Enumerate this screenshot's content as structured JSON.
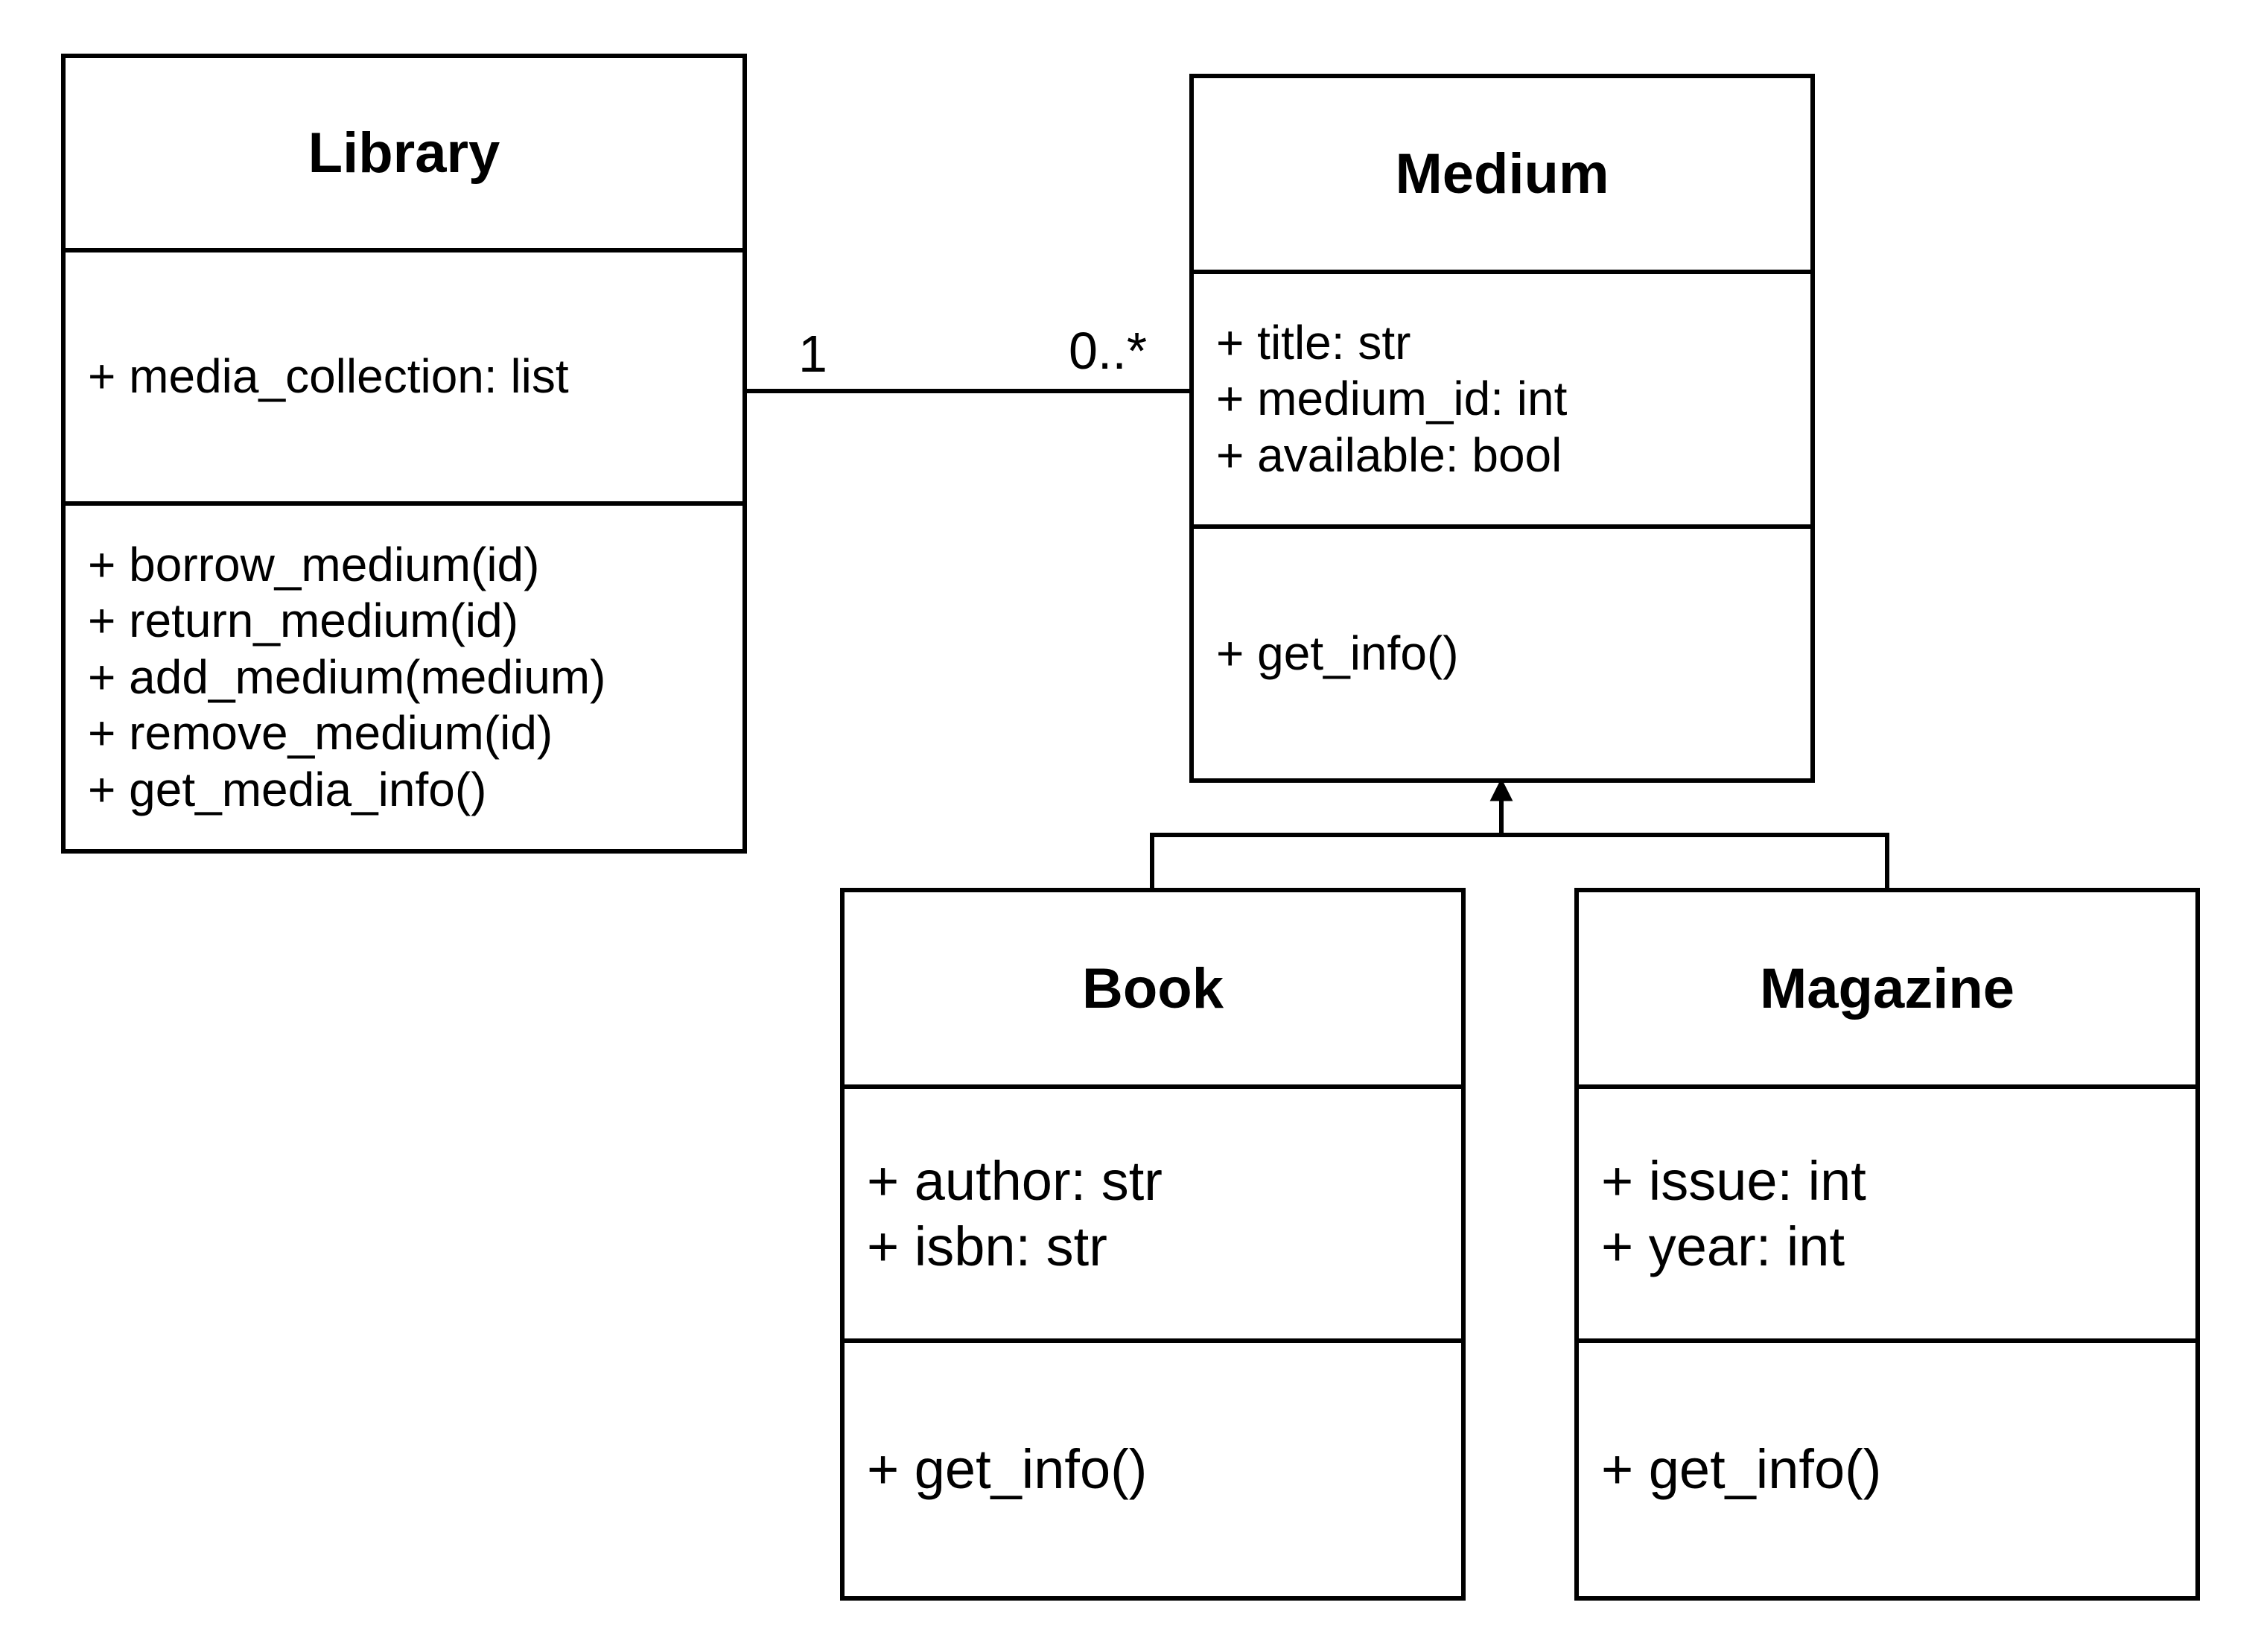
{
  "diagram": {
    "classes": {
      "library": {
        "name": "Library",
        "attributes": [
          "+ media_collection: list"
        ],
        "methods": [
          "+ borrow_medium(id)",
          "+ return_medium(id)",
          "+ add_medium(medium)",
          "+ remove_medium(id)",
          "+ get_media_info()"
        ]
      },
      "medium": {
        "name": "Medium",
        "attributes": [
          "+ title: str",
          "+ medium_id: int",
          "+ available: bool"
        ],
        "methods": [
          "+ get_info()"
        ]
      },
      "book": {
        "name": "Book",
        "attributes": [
          "+ author: str",
          "+ isbn: str"
        ],
        "methods": [
          "+ get_info()"
        ]
      },
      "magazine": {
        "name": "Magazine",
        "attributes": [
          "+ issue: int",
          "+ year: int"
        ],
        "methods": [
          "+ get_info()"
        ]
      }
    },
    "association": {
      "from": "Library",
      "to": "Medium",
      "multiplicity_from": "1",
      "multiplicity_to": "0..*"
    },
    "generalization": {
      "parent": "Medium",
      "children": [
        "Book",
        "Magazine"
      ]
    },
    "colors": {
      "stroke": "#000000",
      "fill": "#ffffff",
      "text": "#000000"
    }
  }
}
